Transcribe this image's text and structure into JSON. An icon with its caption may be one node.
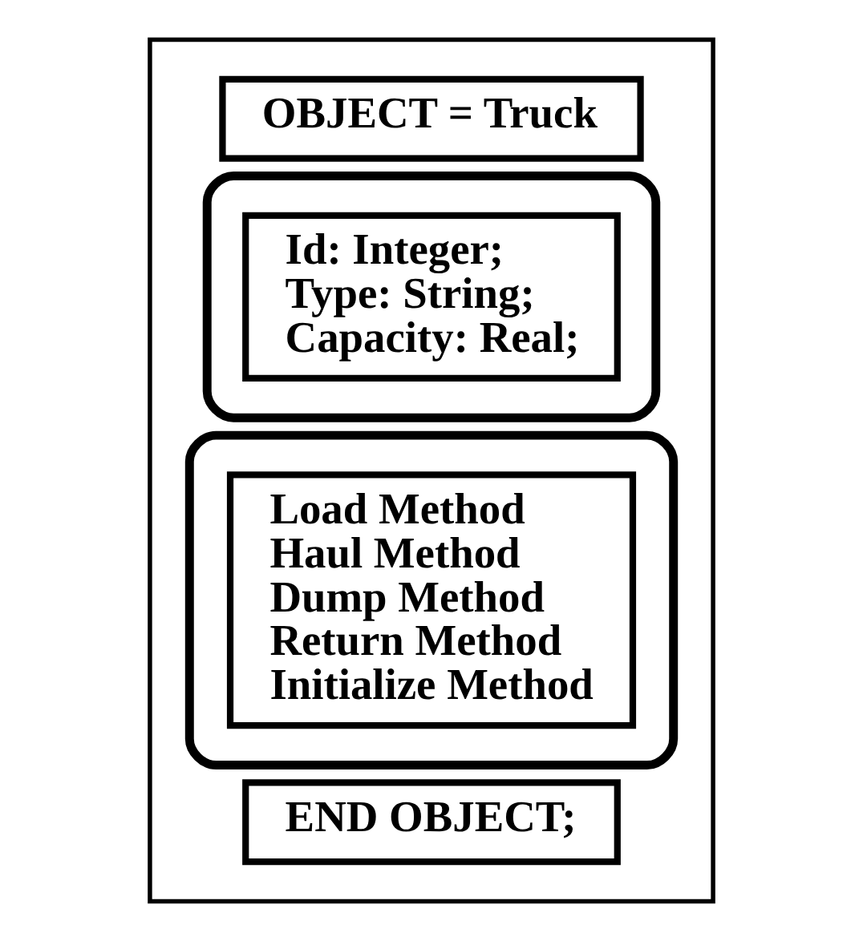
{
  "diagram": {
    "nodes": [
      {
        "text": [],
        "shape": "box"
      },
      {
        "text": [
          "OBJECT = Truck"
        ],
        "in": 0
      },
      {
        "text": [],
        "shape": "box",
        "in": 0
      },
      {
        "text": [
          "Id: Integer;",
          "Type: String;",
          "Capacity: Real;"
        ],
        "in": 2
      },
      {
        "text": [],
        "shape": "box",
        "in": 0
      },
      {
        "text": [
          "Load Method",
          "Haul Method",
          "Dump Method",
          "Return Method",
          "Initialize Method"
        ],
        "in": 4
      },
      {
        "text": [
          "END OBJECT;"
        ],
        "in": 0
      }
    ],
    "edges": []
  }
}
